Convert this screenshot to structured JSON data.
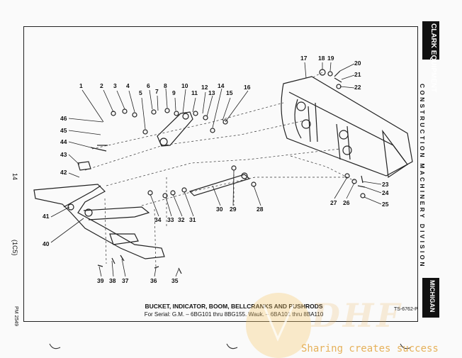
{
  "page": {
    "page_number": "14",
    "section": "(1C5)",
    "form_code": "PM 2549"
  },
  "brand": {
    "top": "CLARK EQUIPMENT",
    "side": "CONSTRUCTION MACHINERY DIVISION",
    "bottom": "MICHIGAN"
  },
  "caption": {
    "title": "BUCKET, INDICATOR, BOOM, BELLCRANKS AND PUSHRODS",
    "serial": "For Serial: G.M. – 6BG101 thru 8BG155. Wauk. – 6BA101 thru 8BA110"
  },
  "figure_code": "TS-6762-P",
  "watermark": {
    "logo": "DHF",
    "slogan": "Sharing creates success"
  },
  "callouts": {
    "n1": "1",
    "n2": "2",
    "n3": "3",
    "n4": "4",
    "n5": "5",
    "n6": "6",
    "n7": "7",
    "n8": "8",
    "n9": "9",
    "n10": "10",
    "n11": "11",
    "n12": "12",
    "n13": "13",
    "n14": "14",
    "n15": "15",
    "n16": "16",
    "n17": "17",
    "n18": "18",
    "n19": "19",
    "n20": "20",
    "n21": "21",
    "n22": "22",
    "n23": "23",
    "n24": "24",
    "n25": "25",
    "n26": "26",
    "n27": "27",
    "n28": "28",
    "n29": "29",
    "n30": "30",
    "n31": "31",
    "n32": "32",
    "n33": "33",
    "n34": "34",
    "n35": "35",
    "n36": "36",
    "n37": "37",
    "n38": "38",
    "n39": "39",
    "n40": "40",
    "n41": "41",
    "n42": "42",
    "n43": "43",
    "n44": "44",
    "n45": "45",
    "n46": "46"
  }
}
